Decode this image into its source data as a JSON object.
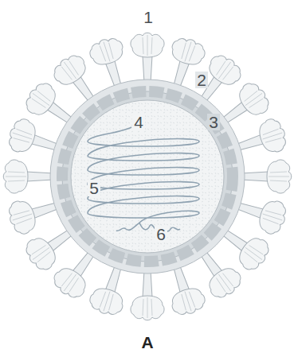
{
  "diagram": {
    "labels": [
      "1",
      "2",
      "3",
      "4",
      "5",
      "6",
      "A"
    ]
  }
}
